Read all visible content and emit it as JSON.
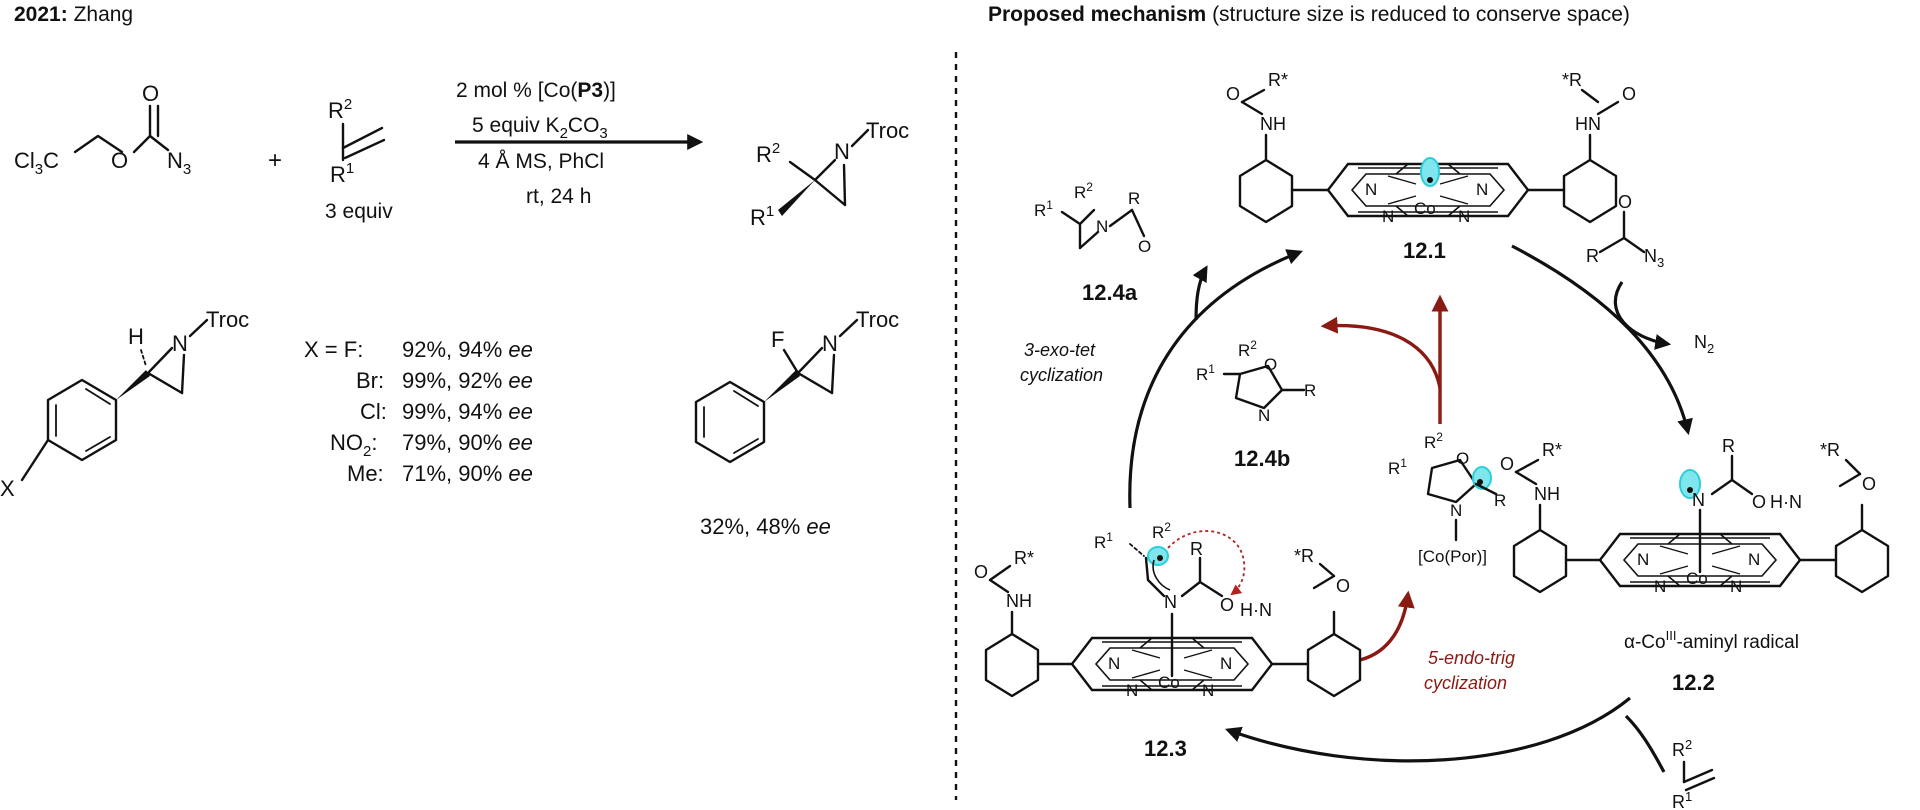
{
  "left": {
    "heading_year": "2021:",
    "heading_author": "Zhang",
    "reagent": {
      "cl": "Cl",
      "cl_sub": "3",
      "c": "C",
      "o": "O",
      "o_top": "O",
      "n": "N",
      "n_sub": "3"
    },
    "plus": "+",
    "alkene": {
      "r2": "R",
      "r2_sup": "2",
      "r1": "R",
      "r1_sup": "1",
      "equiv": "3 equiv"
    },
    "conditions": {
      "line1_pre": "2 mol % [Co(",
      "line1_bold": "P3",
      "line1_post": ")]",
      "line2_pre": "5 equiv K",
      "line2_sub1": "2",
      "line2_mid": "CO",
      "line2_sub2": "3",
      "line3": "4  Å  MS, PhCl",
      "line4": "rt, 24 h"
    },
    "product": {
      "r2": "R",
      "r2_sup": "2",
      "r1": "R",
      "r1_sup": "1",
      "n": "N",
      "troc": "Troc"
    },
    "aryl_product": {
      "h": "H",
      "n": "N",
      "troc": "Troc",
      "x": "X"
    },
    "yields": [
      {
        "x_prefix": "X = ",
        "x": "F:",
        "yield": "92%, 94% ",
        "ee": "ee"
      },
      {
        "x_prefix": "",
        "x": "Br:",
        "yield": "99%, 92% ",
        "ee": "ee"
      },
      {
        "x_prefix": "",
        "x": "Cl:",
        "yield": "99%, 94% ",
        "ee": "ee"
      },
      {
        "x_prefix": "",
        "x": "NO",
        "x_sub": "2",
        "x_tail": ":",
        "yield": "79%, 90% ",
        "ee": "ee"
      },
      {
        "x_prefix": "",
        "x": "Me:",
        "yield": "71%, 90% ",
        "ee": "ee"
      }
    ],
    "fluoro_product": {
      "f": "F",
      "n": "N",
      "troc": "Troc",
      "yield": "32%, 48% ",
      "ee": "ee"
    }
  },
  "right": {
    "heading_bold": "Proposed mechanism",
    "heading_rest": " (structure size is reduced to conserve space)",
    "porphyrin_atoms": {
      "n": "N",
      "co": "Co"
    },
    "amide": {
      "o": "O",
      "nh": "NH",
      "hn": "HN",
      "r_star": "R*",
      "star_r": "*R",
      "h_dot_n": "H·N"
    },
    "c121": {
      "label": "12.1"
    },
    "c122": {
      "label": "12.2",
      "caption_pre": "α-Co",
      "caption_sup": "III",
      "caption_post": "-aminyl radical"
    },
    "c123": {
      "label": "12.3",
      "r1": "R",
      "r1_sup": "1",
      "r2": "R",
      "r2_sup": "2",
      "r": "R",
      "n": "N"
    },
    "c124a": {
      "label": "12.4a",
      "r1": "R",
      "r1_sup": "1",
      "r2": "R",
      "r2_sup": "2",
      "n": "N",
      "r": "R",
      "o": "O"
    },
    "c124b": {
      "label": "12.4b",
      "r1": "R",
      "r1_sup": "1",
      "r2": "R",
      "r2_sup": "2",
      "o": "O",
      "n": "N",
      "r": "R"
    },
    "intermediate": {
      "r1": "R",
      "r1_sup": "1",
      "r2": "R",
      "r2_sup": "2",
      "o": "O",
      "n": "N",
      "r": "R",
      "copor": "[Co(Por)]"
    },
    "azide": {
      "r": "R",
      "o": "O",
      "n": "N",
      "n_sub": "3"
    },
    "n2": {
      "n": "N",
      "sub": "2"
    },
    "alkene_in": {
      "r2": "R",
      "r2_sup": "2",
      "r1": "R",
      "r1_sup": "1"
    },
    "exo_label_1": "3-exo-tet",
    "exo_label_2": "cyclization",
    "endo_label_1": "5-endo-trig",
    "endo_label_2": "cyclization"
  },
  "colors": {
    "text": "#111111",
    "red_arrow": "#8b1a12",
    "radical_lobe": "#7fe6ee"
  }
}
